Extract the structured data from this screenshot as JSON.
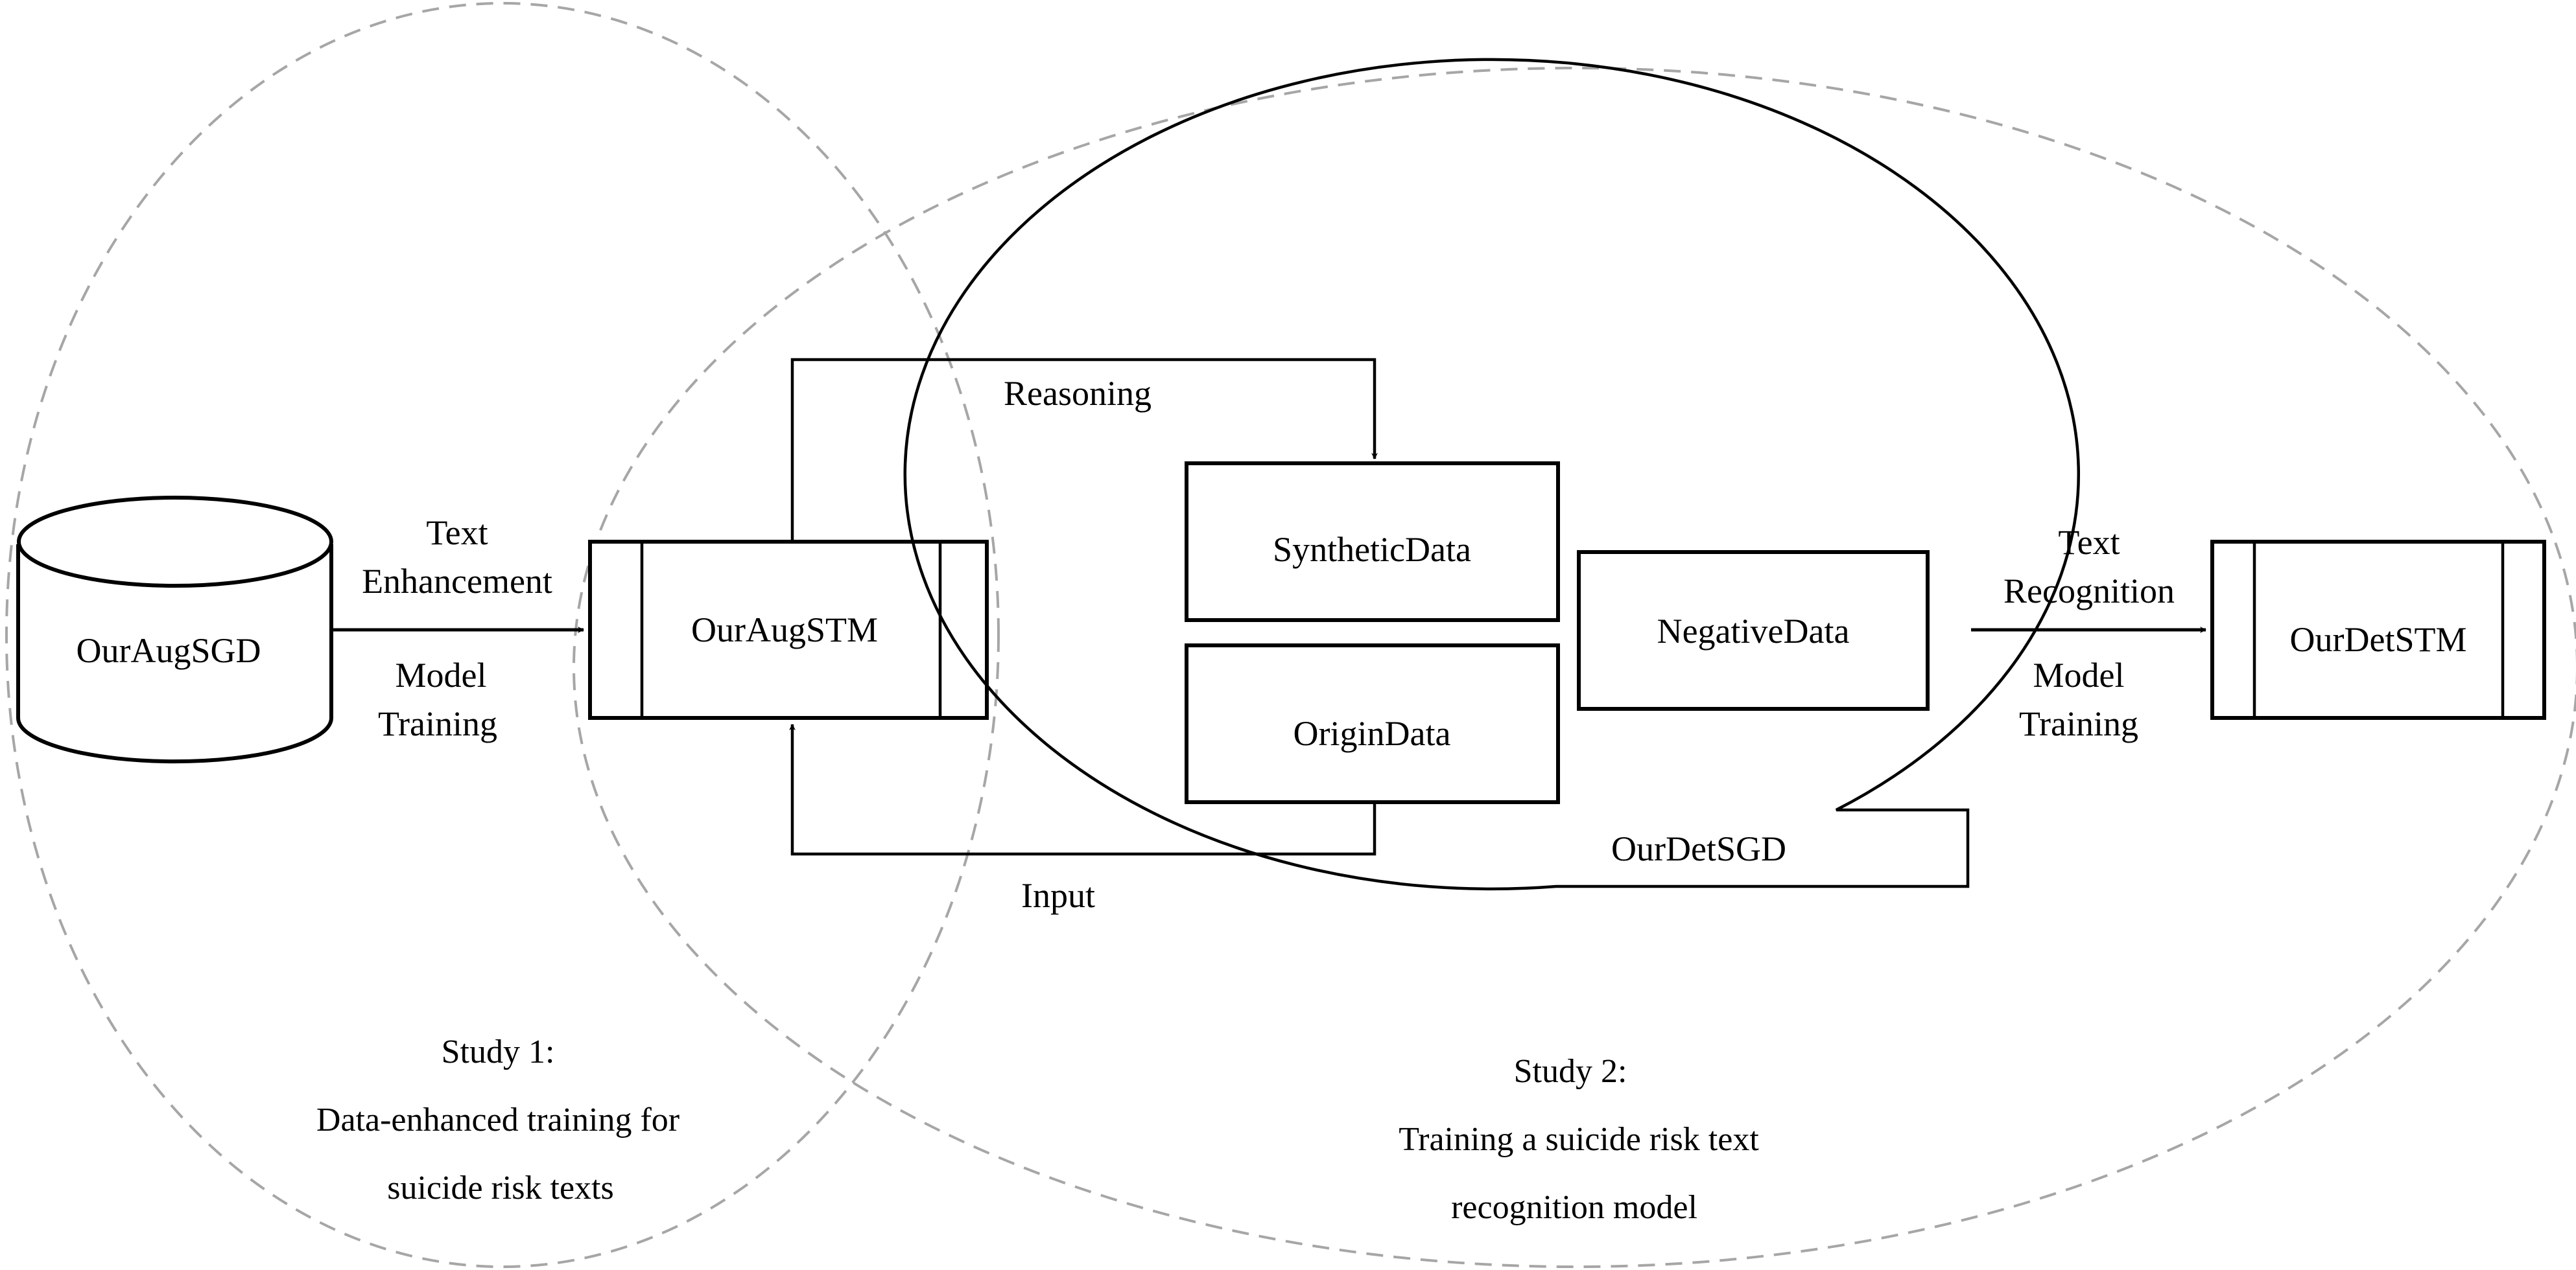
{
  "nodes": {
    "our_aug_sgd": "OurAugSGD",
    "our_aug_stm": "OurAugSTM",
    "synthetic_data": "SyntheticData",
    "origin_data": "OriginData",
    "negative_data": "NegativeData",
    "our_det_sgd": "OurDetSGD",
    "our_det_stm": "OurDetSTM"
  },
  "edges": {
    "left": {
      "top": [
        "Text",
        "Enhancement"
      ],
      "bottom": [
        "Model",
        "Training"
      ]
    },
    "right": {
      "top": [
        "Text",
        "Recognition"
      ],
      "bottom": [
        "Model",
        "Training"
      ]
    },
    "reasoning": "Reasoning",
    "input": "Input"
  },
  "studies": {
    "study1": {
      "title": "Study 1:",
      "lines": [
        "Data-enhanced training for",
        "suicide risk texts"
      ]
    },
    "study2": {
      "title": "Study 2:",
      "lines": [
        "Training a suicide risk text",
        "recognition model"
      ]
    }
  },
  "colors": {
    "stroke": "#000000",
    "dashed_region": "#a6a6a6",
    "background": "#ffffff"
  }
}
